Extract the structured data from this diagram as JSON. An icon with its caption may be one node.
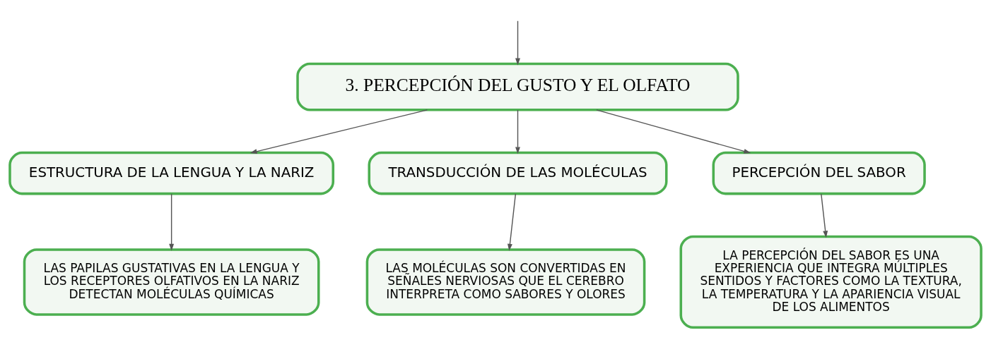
{
  "diagram": {
    "nodes": [
      {
        "text": [
          "3. PERCEPCIÓN DEL GUSTO Y EL OLFATO"
        ]
      },
      {
        "text": [
          "ESTRUCTURA DE LA LENGUA Y LA NARIZ"
        ]
      },
      {
        "text": [
          "TRANSDUCCIÓN DE LAS MOLÉCULAS"
        ]
      },
      {
        "text": [
          "PERCEPCIÓN DEL SABOR"
        ]
      },
      {
        "text": [
          "LAS PAPILAS GUSTATIVAS EN LA LENGUA Y LOS RECEPTORES OLFATIVOS EN LA NARIZ DETECTAN MOLÉCULAS QUÍMICAS"
        ]
      },
      {
        "text": [
          "LAS MOLÉCULAS SON CONVERTIDAS EN SEÑALES NERVIOSAS QUE EL CEREBRO INTERPRETA COMO SABORES Y OLORES"
        ]
      },
      {
        "text": [
          "LA PERCEPCIÓN DEL SABOR ES UNA EXPERIENCIA QUE INTEGRA MÚLTIPLES SENTIDOS Y FACTORES COMO LA TEXTURA, LA TEMPERATURA Y LA APARIENCIA VISUAL DE LOS ALIMENTOS"
        ]
      }
    ],
    "edges": [
      {
        "from": null,
        "to": 0,
        "arrow": "to"
      },
      {
        "from": 0,
        "to": 1,
        "arrow": "to"
      },
      {
        "from": 0,
        "to": 2,
        "arrow": "to"
      },
      {
        "from": 0,
        "to": 3,
        "arrow": "to"
      },
      {
        "from": 1,
        "to": 4,
        "arrow": "to"
      },
      {
        "from": 2,
        "to": 5,
        "arrow": "to"
      },
      {
        "from": 3,
        "to": 6,
        "arrow": "to"
      }
    ]
  }
}
